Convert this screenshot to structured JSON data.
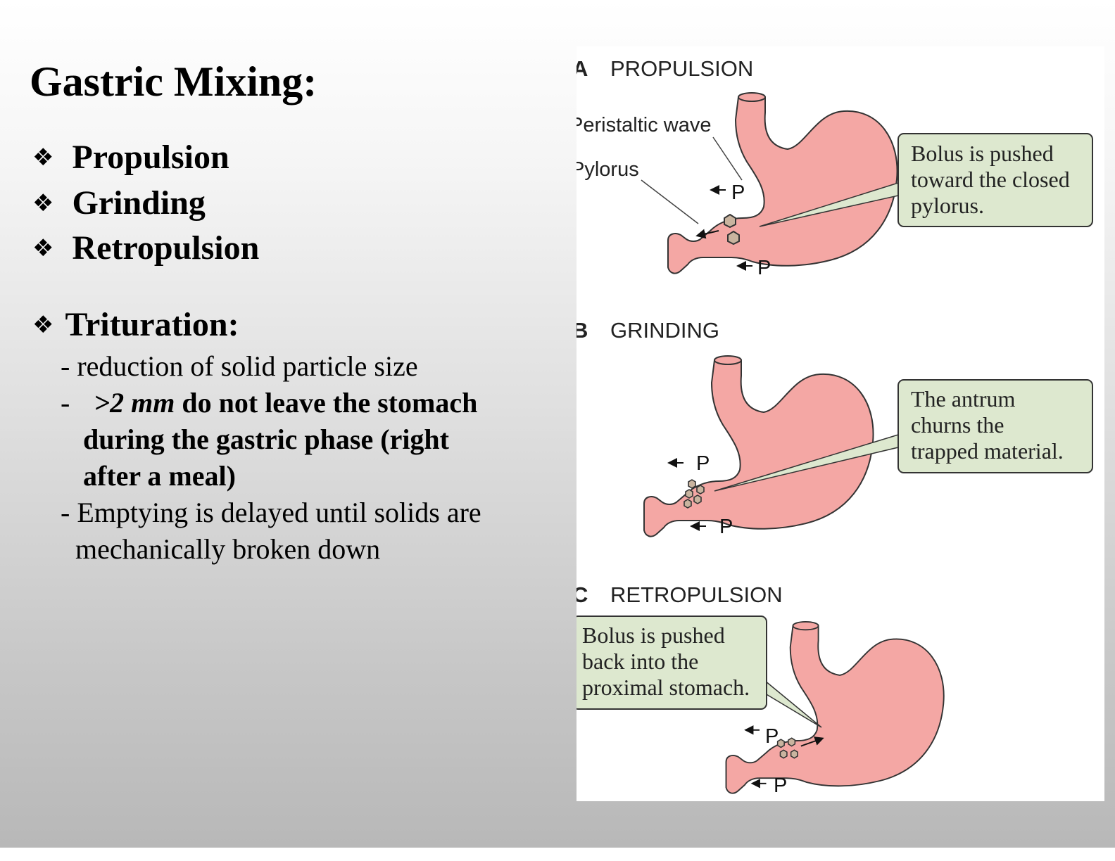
{
  "slide": {
    "title": "Gastric Mixing:",
    "bullets": [
      "Propulsion",
      "Grinding",
      "Retropulsion"
    ],
    "bullet_glyph": "❖",
    "trituration": {
      "heading": "Trituration:",
      "item1": "-  reduction of solid particle size",
      "item2_dash": "-",
      "item2_em": ">2 mm",
      "item2_line1": " do not leave the stomach",
      "item2_line2": "during the gastric phase (right",
      "item2_line3": "after a meal)",
      "item3_line1": "- Emptying is delayed until solids are",
      "item3_line2": "mechanically broken down"
    }
  },
  "diagram": {
    "stomach_color": "#f4a7a4",
    "callout_color": "#dde8cf",
    "panel_a": {
      "letter": "A",
      "title": "PROPULSION",
      "label_wave": "Peristaltic wave",
      "label_pylorus": "Pylorus",
      "callout": [
        "Bolus is pushed",
        "toward the closed",
        "pylorus."
      ]
    },
    "panel_b": {
      "letter": "B",
      "title": "GRINDING",
      "callout": [
        "The antrum",
        "churns the",
        "trapped material."
      ]
    },
    "panel_c": {
      "letter": "C",
      "title": "RETROPULSION",
      "callout": [
        "Bolus is pushed",
        "back into the",
        "proximal stomach."
      ]
    },
    "p_label": "P"
  }
}
